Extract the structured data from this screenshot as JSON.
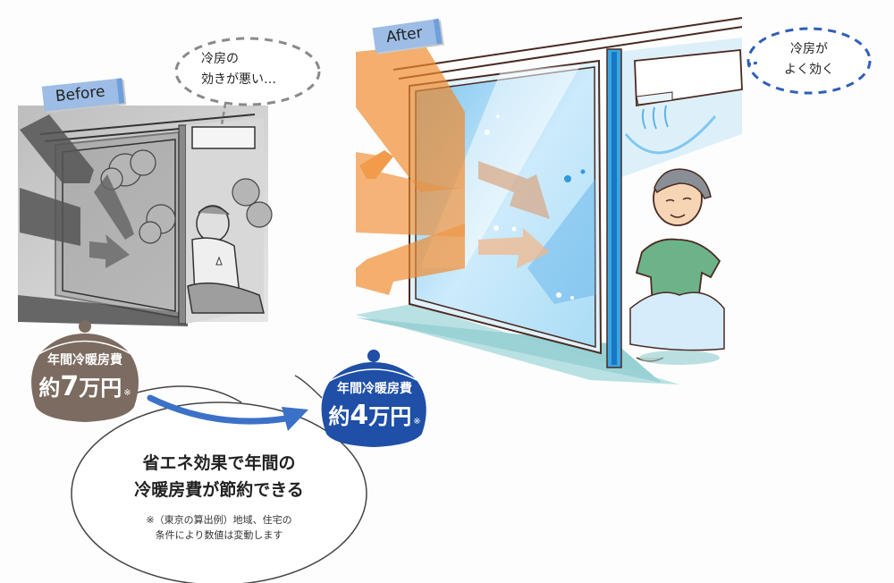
{
  "before": {
    "tag_label": "Before",
    "bubble_lines": [
      "冷房の",
      "効きが悪い…"
    ],
    "cost": {
      "label": "年間冷暖房費",
      "prefix": "約",
      "amount": "7",
      "unit": "万円",
      "note_mark": "※"
    }
  },
  "after": {
    "tag_label": "After",
    "bubble_lines": [
      "冷房が",
      "よく効く"
    ],
    "cost": {
      "label": "年間冷暖房費",
      "prefix": "約",
      "amount": "4",
      "unit": "万円",
      "note_mark": "※"
    }
  },
  "summary": {
    "headline_lines": [
      "省エネ効果で年間の",
      "冷暖房費が節約できる"
    ],
    "note_lines": [
      "※（東京の算出例）地域、住宅の",
      "条件により数値は変動します"
    ]
  },
  "colors": {
    "before_purse": "#7b6b60",
    "after_purse": "#1f4fa6",
    "arrow_blue": "#3b72c8",
    "heat_orange": "#f08a2c",
    "glass_blue": "#7cc4ee",
    "tag_blue": "#9dbde6"
  }
}
